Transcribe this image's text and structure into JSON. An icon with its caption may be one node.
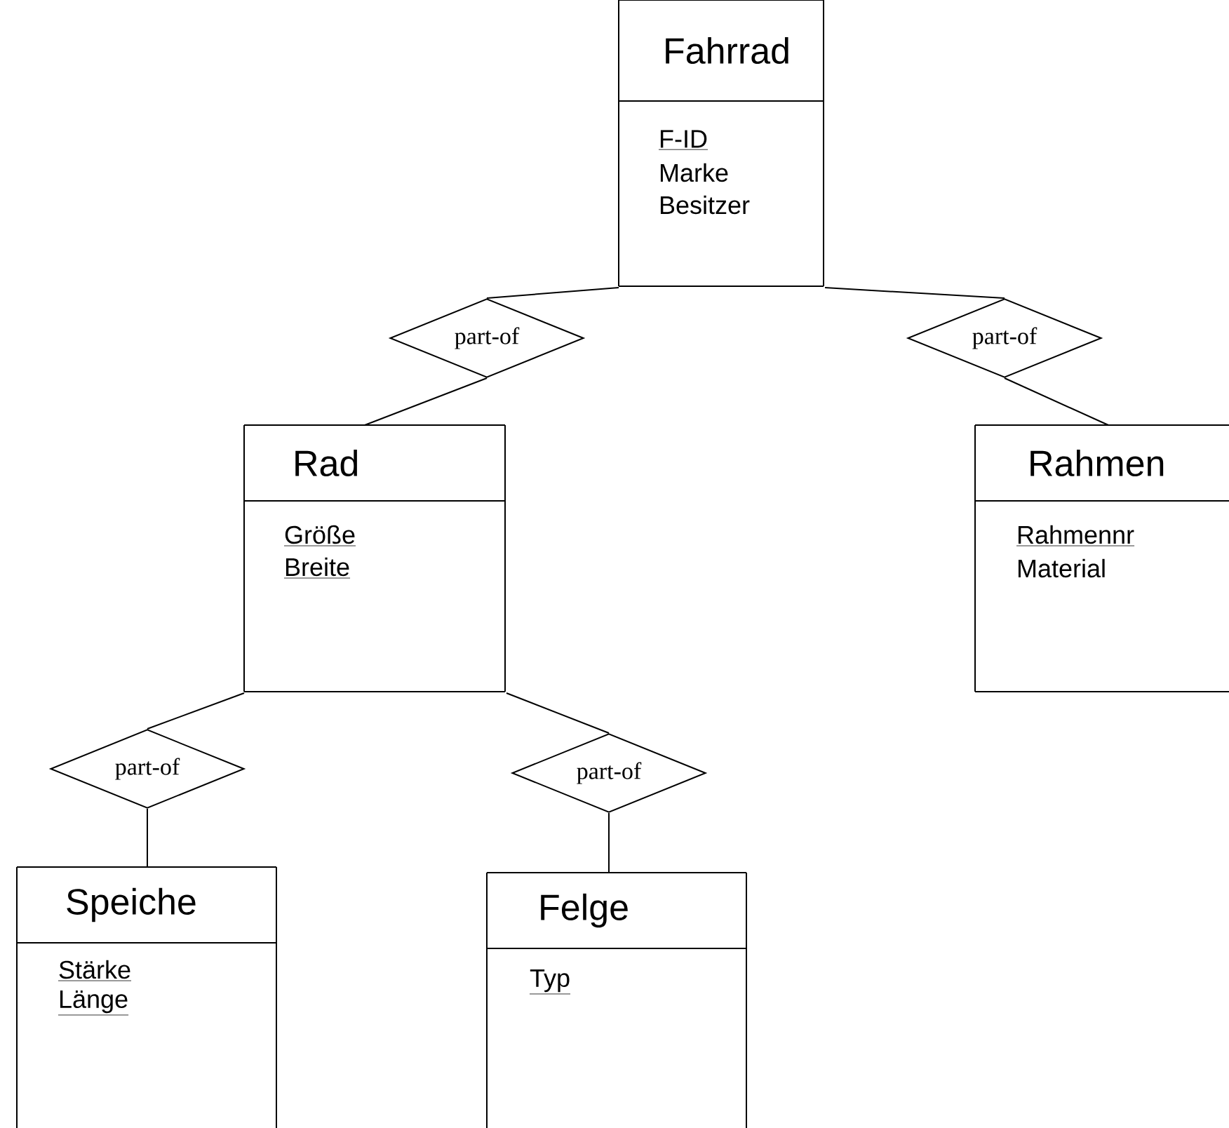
{
  "diagram": {
    "nodes": [
      {
        "text": [
          "Fahrrad",
          "F-ID",
          "Marke",
          "Besitzer"
        ]
      },
      {
        "text": [
          "part-of"
        ]
      },
      {
        "text": [
          "part-of"
        ]
      },
      {
        "text": [
          "Rad",
          "Größe",
          "Breite"
        ]
      },
      {
        "text": [
          "Rahmen",
          "Rahmennr",
          "Material"
        ]
      },
      {
        "text": [
          "part-of"
        ]
      },
      {
        "text": [
          "part-of"
        ]
      },
      {
        "text": [
          "Speiche",
          "Stärke",
          "Länge"
        ]
      },
      {
        "text": [
          "Felge",
          "Typ"
        ]
      }
    ],
    "edges": [
      {
        "from": 0,
        "to": 1,
        "arrow": "none"
      },
      {
        "from": 1,
        "to": 3,
        "arrow": "none"
      },
      {
        "from": 0,
        "to": 2,
        "arrow": "none"
      },
      {
        "from": 2,
        "to": 4,
        "arrow": "none"
      },
      {
        "from": 3,
        "to": 5,
        "arrow": "none"
      },
      {
        "from": 5,
        "to": 7,
        "arrow": "none"
      },
      {
        "from": 3,
        "to": 6,
        "arrow": "none"
      },
      {
        "from": 6,
        "to": 8,
        "arrow": "none"
      }
    ]
  }
}
